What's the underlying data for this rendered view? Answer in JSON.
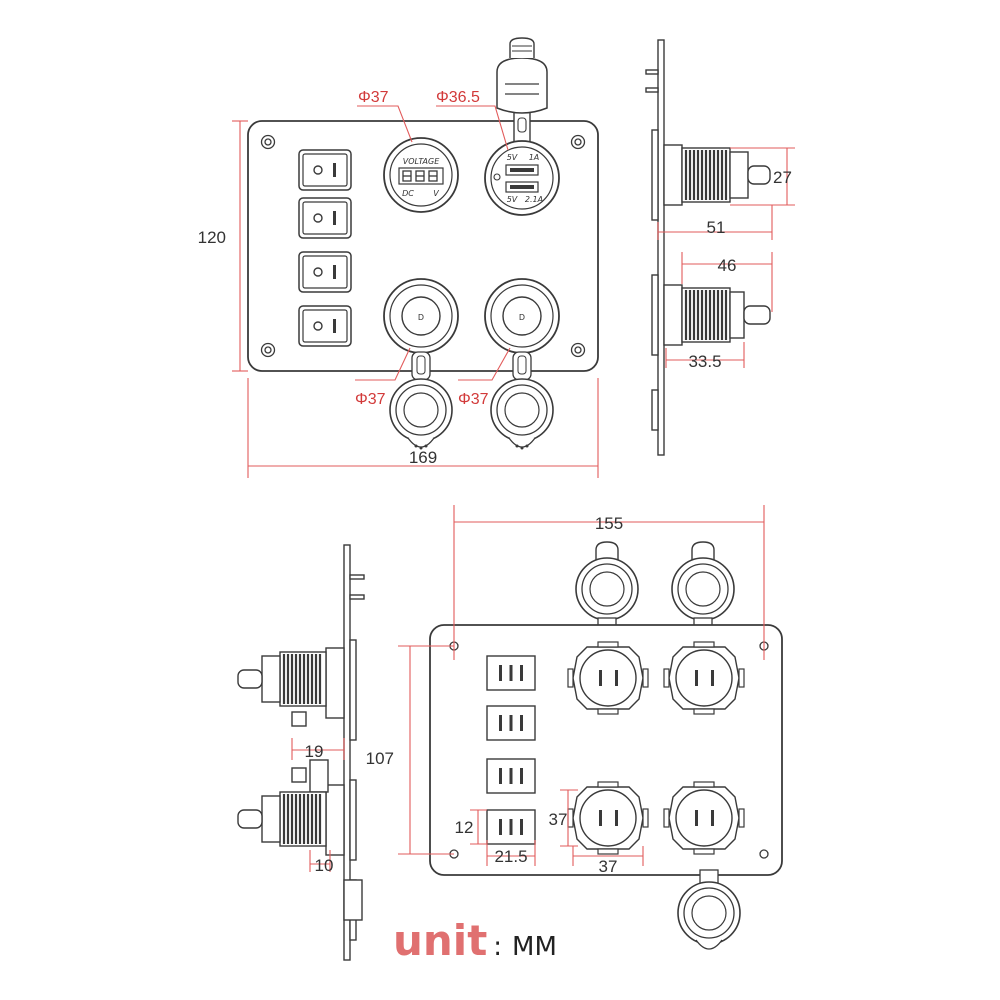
{
  "colors": {
    "outline": "#3a3a3a",
    "dimension_line": "#e25b5b",
    "dimension_text": "#333333",
    "callout_text": "#d23a3a",
    "unit_word": "#e07070",
    "unit_value": "#222222"
  },
  "front_view": {
    "width_label": "169",
    "height_label": "120",
    "voltmeter_diameter": "Φ37",
    "usb_diameter": "Φ36.5",
    "socket_left_diameter": "Φ37",
    "socket_right_diameter": "Φ37",
    "voltmeter": {
      "title": "VOLTAGE",
      "dc": "DC",
      "unit": "V"
    },
    "usb": {
      "port1_voltage": "5V",
      "port1_current": "1A",
      "port2_voltage": "5V",
      "port2_current": "2.1A"
    },
    "switch_count": 4
  },
  "side_view_top": {
    "depth_total": "51",
    "depth_body": "46",
    "depth_short": "33.5",
    "height": "27"
  },
  "side_view_bottom": {
    "gap": "19",
    "tab": "10"
  },
  "back_view": {
    "width_label": "155",
    "height_label": "107",
    "switch_height": "12",
    "switch_width": "21.5",
    "socket_height": "37",
    "socket_width": "37"
  },
  "unit_label": {
    "word": "unit",
    "sep": ":",
    "value": "MM"
  }
}
